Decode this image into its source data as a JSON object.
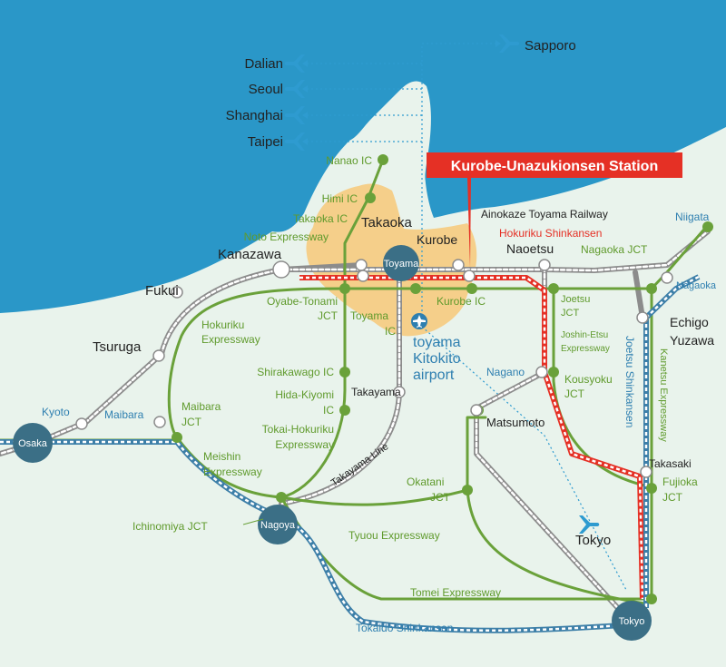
{
  "colors": {
    "sea": "#2a97c8",
    "land": "#e9f3ec",
    "region": "#f5cf8a",
    "expressway": "#6aa13a",
    "shinkansen_red": "#e53025",
    "shinkansen_blue": "#3d7fa8",
    "rail_gray": "#8c8c8c",
    "city_badge": "#3b6f86",
    "label_green": "#5f9a2c",
    "label_blue": "#2e7fb0",
    "air_route": "#2e9bd0"
  },
  "highlight": {
    "label": "Kurobe-Unazukionsen Station"
  },
  "air_routes": [
    {
      "destination": "Sapporo",
      "icon": "airplane-icon"
    },
    {
      "destination": "Dalian",
      "icon": "airplane-icon"
    },
    {
      "destination": "Seoul",
      "icon": "airplane-icon"
    },
    {
      "destination": "Shanghai",
      "icon": "airplane-icon"
    },
    {
      "destination": "Taipei",
      "icon": "airplane-icon"
    }
  ],
  "cities": {
    "toyama": "Toyama",
    "osaka": "Osaka",
    "nagoya": "Nagoya",
    "tokyo": "Tokyo"
  },
  "airport": {
    "line1": "toyama",
    "line2": "Kitokito",
    "line3": "airport",
    "icon": "airplane-icon"
  },
  "labels": {
    "nanao_ic": "Nanao IC",
    "himi_ic": "Himi IC",
    "takaoka_ic": "Takaoka IC",
    "takaoka": "Takaoka",
    "noto_expressway": "Noto Expressway",
    "kanazawa": "Kanazawa",
    "kurobe": "Kurobe",
    "ainokaze": "Ainokaze Toyama Railway",
    "hokuriku_shinkansen": "Hokuriku Shinkansen",
    "naoetsu": "Naoetsu",
    "nagaoka_jct": "Nagaoka JCT",
    "niigata": "Niigata",
    "nagaoka": "Nagaoka",
    "fukui": "Fukui",
    "oyabe_1": "Oyabe-Tonami",
    "oyabe_2": "JCT",
    "toyama_ic_1": "Toyama",
    "toyama_ic_2": "IC",
    "kurobe_ic": "Kurobe IC",
    "joetsu_1": "Joetsu",
    "joetsu_2": "JCT",
    "joshin_1": "Joshin-Etsu",
    "joshin_2": "Expressway",
    "echigo_1": "Echigo",
    "echigo_2": "Yuzawa",
    "hokuriku_exp_1": "Hokuriku",
    "hokuriku_exp_2": "Expressway",
    "tsuruga": "Tsuruga",
    "shirakawago_ic": "Shirakawago IC",
    "hida_1": "Hida-Kiyomi",
    "hida_2": "IC",
    "takayama": "Takayama",
    "nagano": "Nagano",
    "kousyoku_1": "Kousyoku",
    "kousyoku_2": "JCT",
    "joetsu_shinkansen": "Joetsu Shinkansen",
    "kanetsu_expressway": "Kanetsu Expressway",
    "kyoto": "Kyoto",
    "maibara": "Maibara",
    "maibara_jct_1": "Maibara",
    "maibara_jct_2": "JCT",
    "tokai_1": "Tokai-Hokuriku",
    "tokai_2": "Expressway",
    "matsumoto": "Matsumoto",
    "meishin_1": "Meishin",
    "meishin_2": "Expressway",
    "takayama_line": "Takayama Line",
    "takasaki": "Takasaki",
    "fujioka_1": "Fujioka",
    "fujioka_2": "JCT",
    "okatani_1": "Okatani",
    "okatani_2": "JCT",
    "ichinomiya_jct": "Ichinomiya JCT",
    "tyuou_expressway": "Tyuou Expressway",
    "tokyo_air": "Tokyo",
    "tomei_expressway": "Tomei Expressway",
    "tokaido_shinkansen": "Tokaido Shinkansen"
  }
}
